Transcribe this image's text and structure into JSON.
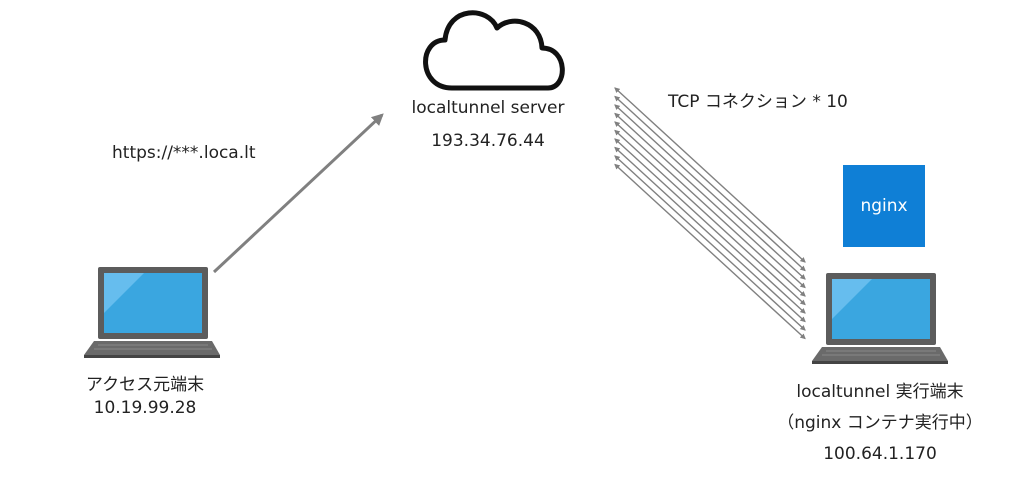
{
  "server": {
    "title": "localtunnel server",
    "ip": "193.34.76.44",
    "icon": "cloud-icon"
  },
  "client": {
    "title": "アクセス元端末",
    "ip": "10.19.99.28",
    "icon": "laptop-icon"
  },
  "runner": {
    "title": "localtunnel 実行端末",
    "subtitle": "（nginx コンテナ実行中）",
    "ip": "100.64.1.170",
    "icon": "laptop-icon"
  },
  "request_label": "https://***.loca.lt",
  "tcp_label": "TCP コネクション * 10",
  "tcp_connection_count": 10,
  "nginx_label": "nginx",
  "colors": {
    "arrow": "#808080",
    "nginx_box": "#0f7fd6",
    "laptop_screen": "#3aa6e0",
    "laptop_frame": "#5c5c5c"
  }
}
